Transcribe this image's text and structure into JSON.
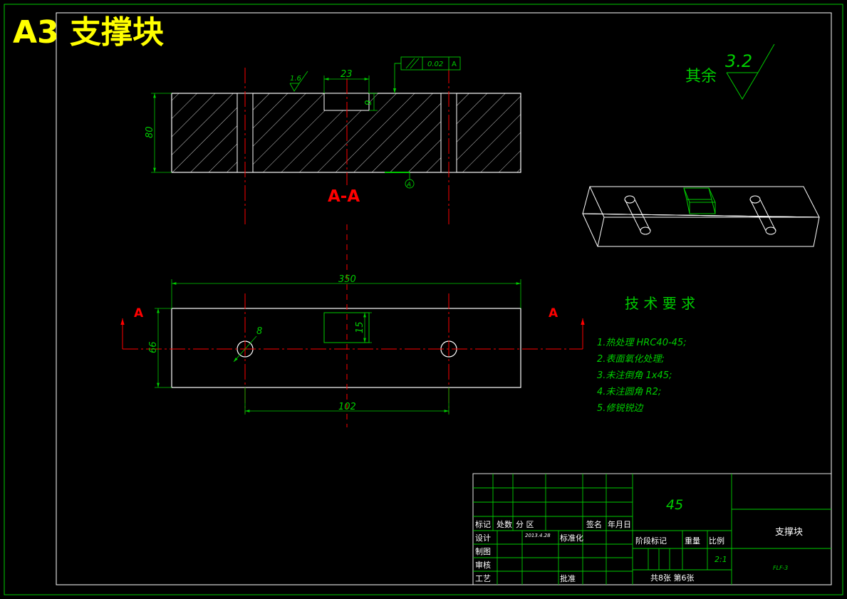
{
  "sheet": {
    "title": "A3 支撑块",
    "colors": {
      "background": "#000000",
      "frame": "#00cc00",
      "outline": "#ffffff",
      "dimension": "#00cc00",
      "centerline": "#ff0000",
      "title_text": "#ffff00",
      "section_text": "#ff0000"
    }
  },
  "section_view": {
    "label": "A-A",
    "roughness_value": "1.6",
    "dim_slot_width": "23",
    "dim_slot_depth": "9",
    "dim_height": "80",
    "tolerance_value": "0.02",
    "tolerance_datum": "A",
    "datum_marker": "A"
  },
  "plan_view": {
    "dim_length": "350",
    "dim_width": "66",
    "dim_hole_diameter": "8",
    "dim_slot_length": "15",
    "dim_hole_spacing": "102",
    "section_mark_left": "A",
    "section_mark_right": "A"
  },
  "surface_finish": {
    "prefix": "其余",
    "value": "3.2"
  },
  "tech_requirements": {
    "heading": "技 术 要 求",
    "items": [
      "1.热处理 HRC40-45;",
      "2.表面氧化处理;",
      "3.未注倒角 1x45;",
      "4.未注圆角 R2;",
      "5.修锐锐边"
    ]
  },
  "title_block": {
    "material": "45",
    "part_name": "支撑块",
    "drawing_no": "FLF-3",
    "scale": "2:1",
    "sheet_info": "共8张  第6张",
    "labels": {
      "mark": "标记",
      "count": "处数",
      "zone": "分 区",
      "sign": "签名",
      "date_ymd": "年月日",
      "design": "设计",
      "date_value": "2013.4.28",
      "standard": "标准化",
      "drawn": "制图",
      "review": "审核",
      "process": "工艺",
      "approve": "批准",
      "stage": "阶段标记",
      "weight": "重量",
      "scale_label": "比例"
    }
  }
}
